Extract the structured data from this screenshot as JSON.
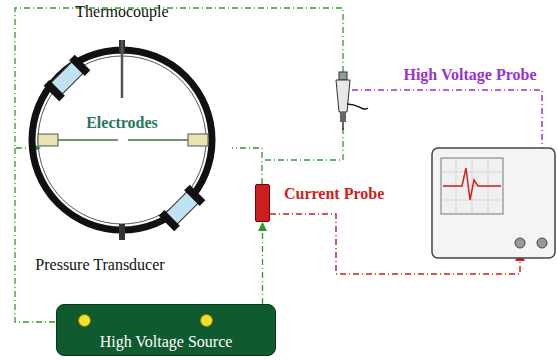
{
  "diagram": {
    "nodes": [
      {
        "text": [
          "High Voltage Source"
        ]
      },
      {
        "text": [
          "Current Probe"
        ]
      }
    ],
    "edges": [
      {
        "from": 0,
        "to": 1,
        "arrow": "to"
      }
    ],
    "labels": [
      "Thermocouple",
      "Electrodes",
      "Pressure Transducer",
      "High Voltage Probe"
    ]
  }
}
